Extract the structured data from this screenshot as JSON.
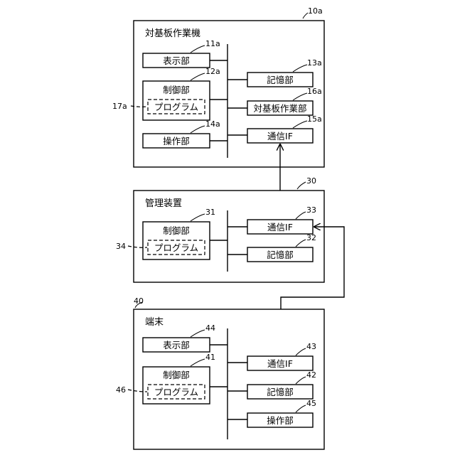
{
  "machine": {
    "ref": "10a",
    "title": "対基板作業機",
    "display": {
      "label": "表示部",
      "ref": "11a"
    },
    "control": {
      "label": "制御部",
      "ref": "12a"
    },
    "program": {
      "label": "プログラム",
      "ref": "17a"
    },
    "operation": {
      "label": "操作部",
      "ref": "14a"
    },
    "storage": {
      "label": "記憶部",
      "ref": "13a"
    },
    "work": {
      "label": "対基板作業部",
      "ref": "16a"
    },
    "comm": {
      "label": "通信IF",
      "ref": "15a"
    }
  },
  "manager": {
    "ref": "30",
    "title": "管理装置",
    "control": {
      "label": "制御部",
      "ref": "31"
    },
    "program": {
      "label": "プログラム",
      "ref": "34"
    },
    "comm": {
      "label": "通信IF",
      "ref": "33"
    },
    "storage": {
      "label": "記憶部",
      "ref": "32"
    }
  },
  "terminal": {
    "ref": "40",
    "title": "端末",
    "display": {
      "label": "表示部",
      "ref": "44"
    },
    "control": {
      "label": "制御部",
      "ref": "41"
    },
    "program": {
      "label": "プログラム",
      "ref": "46"
    },
    "comm": {
      "label": "通信IF",
      "ref": "43"
    },
    "storage": {
      "label": "記憶部",
      "ref": "42"
    },
    "operation": {
      "label": "操作部",
      "ref": "45"
    }
  }
}
